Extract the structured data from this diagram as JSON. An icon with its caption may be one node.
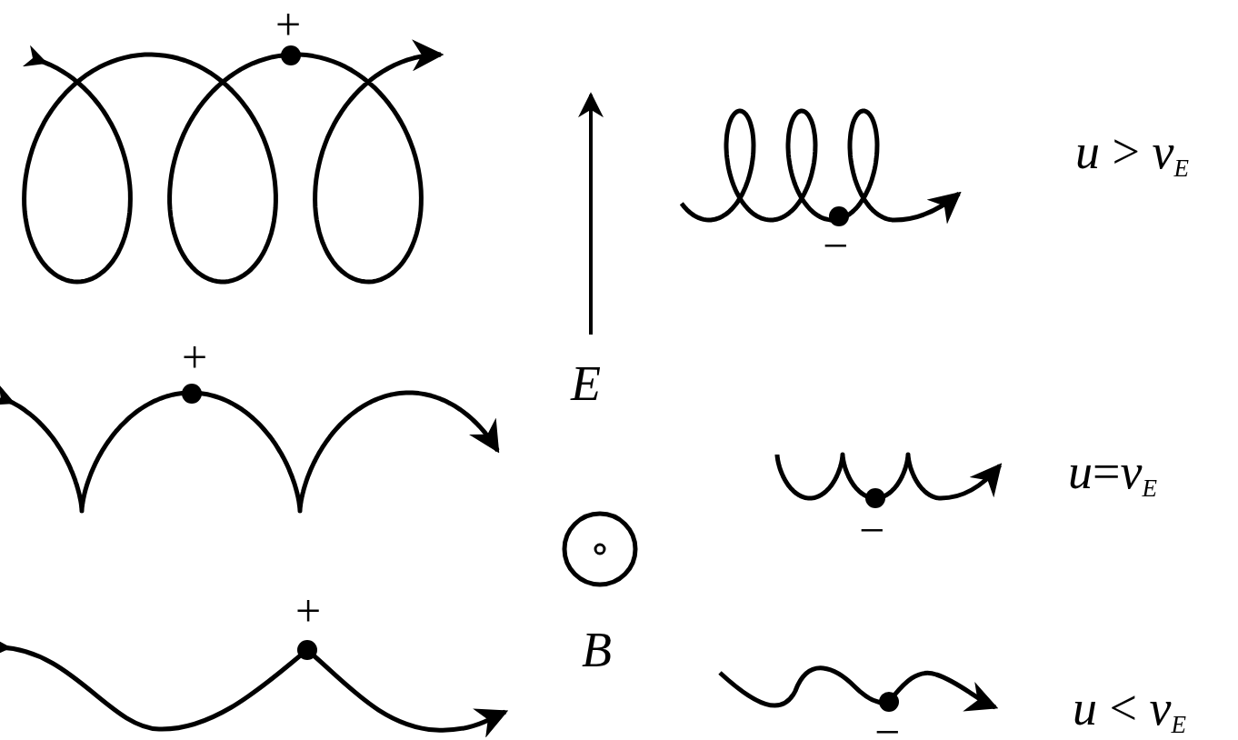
{
  "diagram": {
    "labels": [
      "+",
      "E",
      "−",
      "*u* > *v*$_{E}$",
      "+",
      "−",
      "*u*=*v*$_{E}$",
      "B",
      "+",
      "−",
      "*u* < *v*$_{E}$"
    ]
  }
}
